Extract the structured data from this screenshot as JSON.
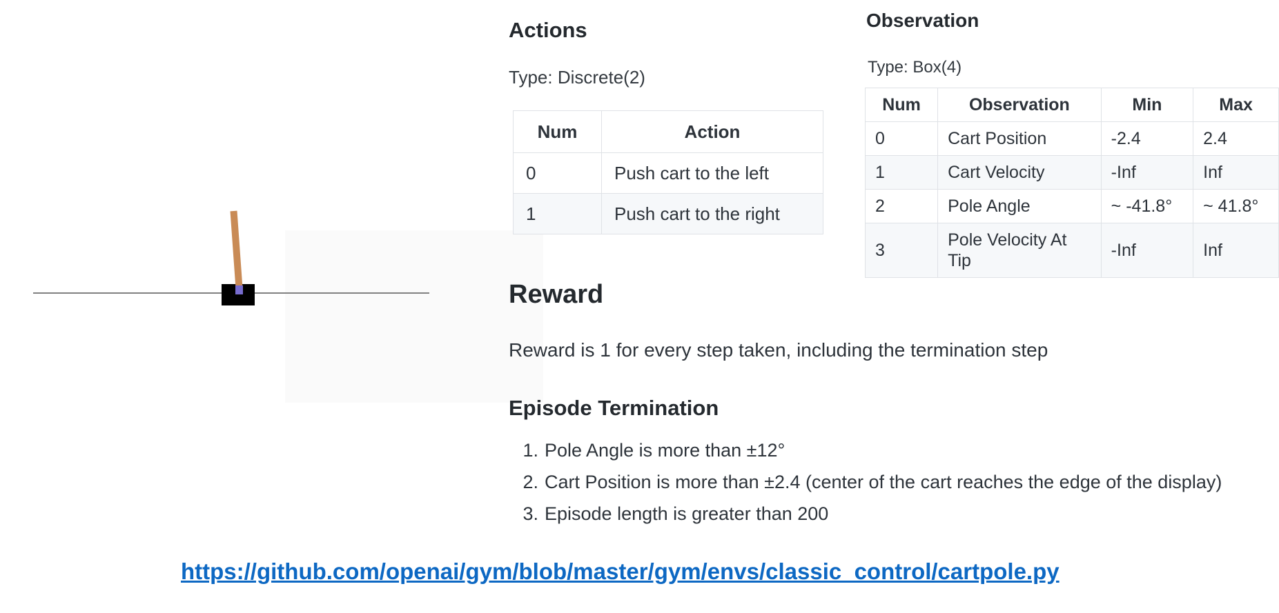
{
  "cartpole": {
    "label": "cartpole-environment-render",
    "colors": {
      "pole": "#c98b56",
      "cart": "#000000",
      "axle": "#776ccf",
      "track": "#808080"
    }
  },
  "actions": {
    "title": "Actions",
    "type_label": "Type: Discrete(2)",
    "table": {
      "headers": [
        "Num",
        "Action"
      ],
      "rows": [
        [
          "0",
          "Push cart to the left"
        ],
        [
          "1",
          "Push cart to the right"
        ]
      ]
    }
  },
  "observation": {
    "title": "Observation",
    "type_label": "Type: Box(4)",
    "table": {
      "headers": [
        "Num",
        "Observation",
        "Min",
        "Max"
      ],
      "rows": [
        [
          "0",
          "Cart Position",
          "-2.4",
          "2.4"
        ],
        [
          "1",
          "Cart Velocity",
          "-Inf",
          "Inf"
        ],
        [
          "2",
          "Pole Angle",
          "~ -41.8°",
          "~ 41.8°"
        ],
        [
          "3",
          "Pole Velocity At Tip",
          "-Inf",
          "Inf"
        ]
      ]
    }
  },
  "reward": {
    "title": "Reward",
    "text": "Reward is 1 for every step taken, including the termination step"
  },
  "episode_termination": {
    "title": "Episode Termination",
    "items": [
      {
        "num": "1.",
        "text": "Pole Angle is more than ±12°"
      },
      {
        "num": "2.",
        "text": "Cart Position is more than ±2.4 (center of the cart reaches the edge of the display)"
      },
      {
        "num": "3.",
        "text": "Episode length is greater than 200"
      }
    ]
  },
  "link": {
    "url": "https://github.com/openai/gym/blob/master/gym/envs/classic_control/cartpole.py",
    "color": "#0d68c3"
  },
  "theme": {
    "table_border": "#dfe2e6",
    "table_stripe": "#f6f8fa",
    "text": "#2d333a"
  }
}
